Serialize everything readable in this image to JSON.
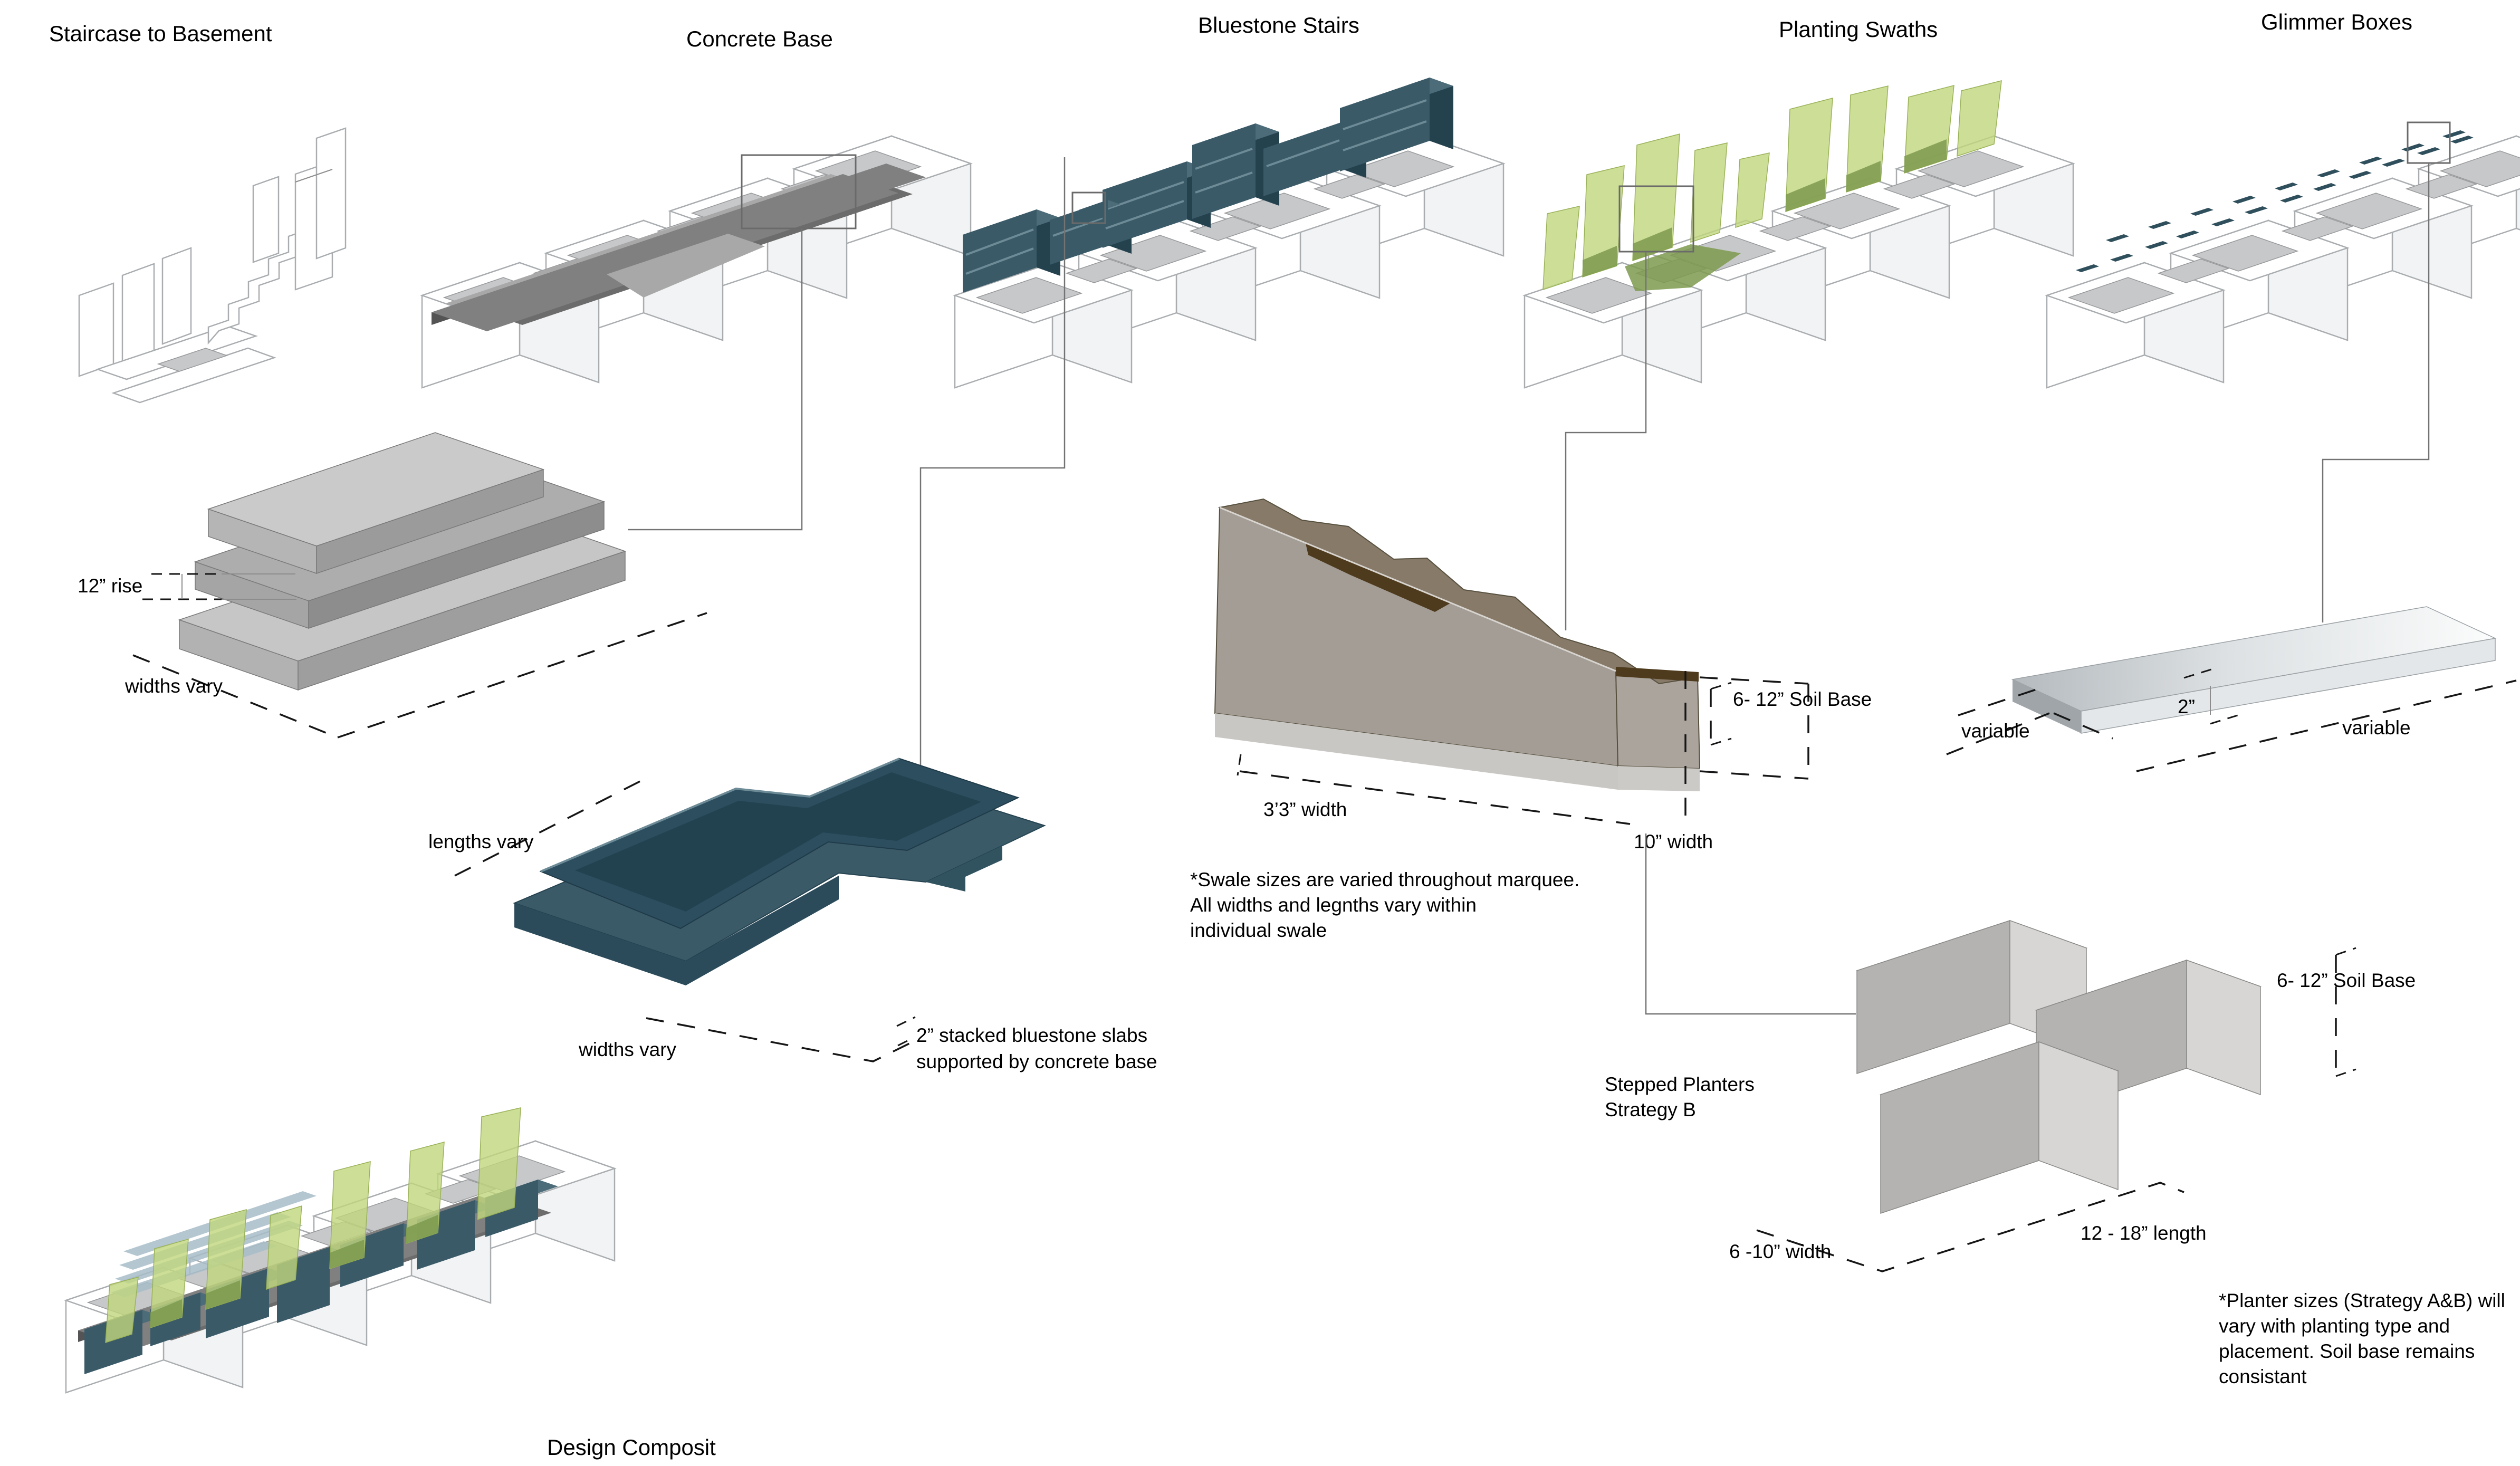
{
  "colors": {
    "bluestone": "#3a5a68",
    "bluestone_light": "#6d8b97",
    "planting": "#c0d67c",
    "planting_dark": "#7d9a4e",
    "soil_top": "#877a68",
    "soil_dark": "#4e3a1c",
    "concrete_top": "#808080",
    "concrete_front": "#545454",
    "steel": "#a7bcc8",
    "wire_stroke": "#a9adb0",
    "pad_fill": "#c6c8ca",
    "dash_stroke": "#161616",
    "leader_stroke": "#737373"
  },
  "titles": {
    "staircase": "Staircase to Basement",
    "concrete": "Concrete Base",
    "bluestone": "Bluestone Stairs",
    "planting": "Planting Swaths",
    "glimmer": "Glimmer Boxes",
    "composite": "Design Composit"
  },
  "concrete_detail": {
    "rise": "12” rise",
    "widths": "widths vary"
  },
  "bluestone_detail": {
    "lengths": "lengths vary",
    "widths": "widths vary",
    "note_line1": "2” stacked bluestone slabs",
    "note_line2": "supported by concrete base"
  },
  "swale_detail": {
    "width": "3’3” width",
    "base_width": "10” width",
    "soil": "6- 12” Soil Base",
    "note_line1": "*Swale sizes are varied throughout marquee.",
    "note_line2": "All widths and legnths vary within",
    "note_line3": "individual swale"
  },
  "glimmer_detail": {
    "left": "variable",
    "height": "2”",
    "right": "variable"
  },
  "planter_detail": {
    "title_line1": "Stepped Planters",
    "title_line2": "Strategy B",
    "soil": "6- 12” Soil Base",
    "width": "6 -10” width",
    "length": "12 - 18” length",
    "note_line1": "*Planter sizes (Strategy A&B) will",
    "note_line2": "vary with planting type and",
    "note_line3": "placement. Soil base remains",
    "note_line4": "consistant"
  }
}
